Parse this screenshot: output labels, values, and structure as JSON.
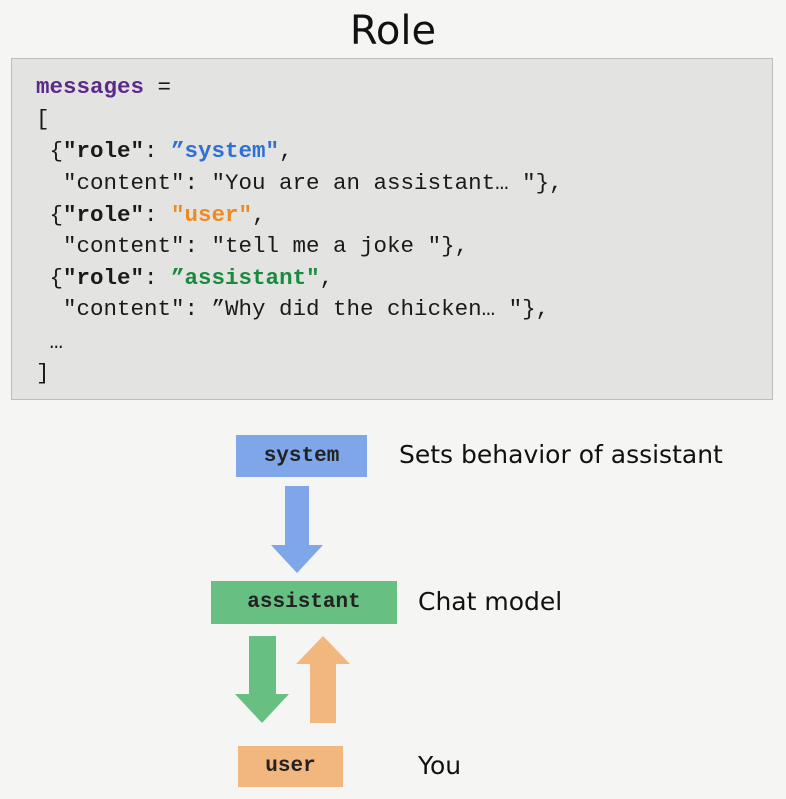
{
  "title": "Role",
  "code": {
    "var_name": "messages",
    "assign": " =",
    "open_bracket": "[",
    "entries": [
      {
        "open": " {",
        "role_key": "\"role\"",
        "colon": ": ",
        "role_value": "”system\"",
        "role_comma": ",",
        "content_line": "  \"content\": \"You are an assistant… \"},",
        "color": "blue"
      },
      {
        "open": " {",
        "role_key": "\"role\"",
        "colon": ": ",
        "role_value": "\"user\"",
        "role_comma": ",",
        "content_line": "  \"content\": \"tell me a joke \"},",
        "color": "orange"
      },
      {
        "open": " {",
        "role_key": "\"role\"",
        "colon": ": ",
        "role_value": "”assistant\"",
        "role_comma": ",",
        "content_line": "  \"content\": ”Why did the chicken… \"},",
        "color": "green"
      }
    ],
    "ellipsis": " …",
    "close_bracket": "]"
  },
  "diagram": {
    "system": {
      "label": "system",
      "desc": "Sets behavior of assistant",
      "color": "#7ea6e8"
    },
    "assistant": {
      "label": "assistant",
      "desc": "Chat model",
      "color": "#67bf82"
    },
    "user": {
      "label": "user",
      "desc": "You",
      "color": "#f2b77e"
    }
  }
}
